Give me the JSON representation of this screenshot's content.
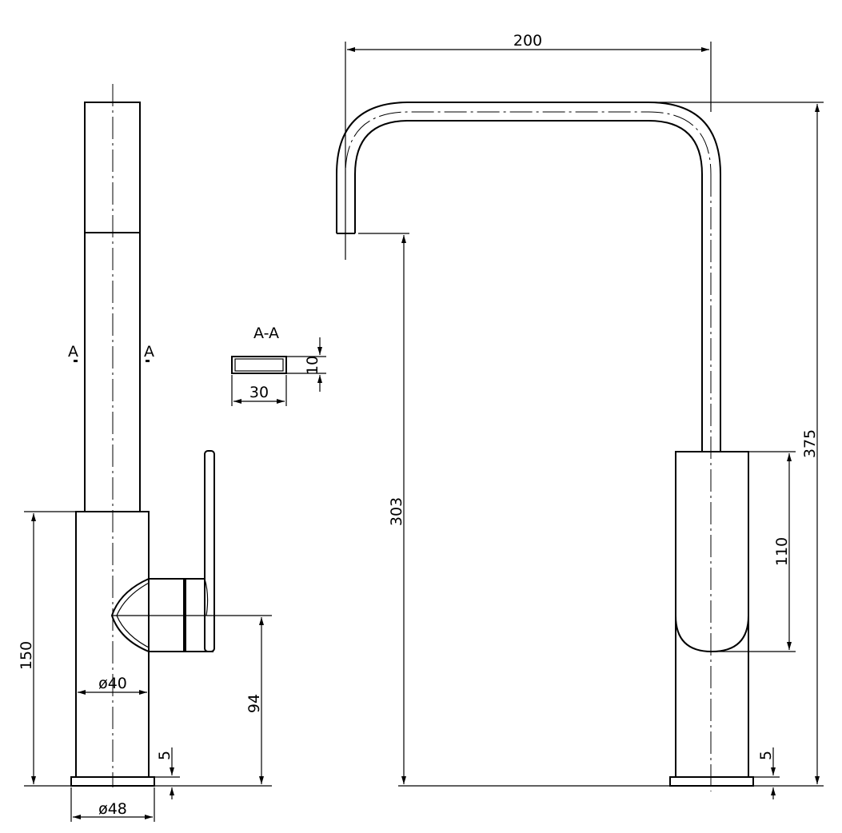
{
  "drawing": {
    "dimensions": {
      "overall_width": "200",
      "overall_height": "375",
      "spout_height": "303",
      "body_height_side": "150",
      "lever_axis_height": "94",
      "handle_length": "110",
      "base_thickness_side": "5",
      "base_thickness_front": "5",
      "body_diameter": "ø40",
      "base_diameter": "ø48",
      "section_width": "30",
      "section_height": "10"
    },
    "section": {
      "title": "A-A",
      "marker_left": "A",
      "marker_right": "A"
    }
  }
}
